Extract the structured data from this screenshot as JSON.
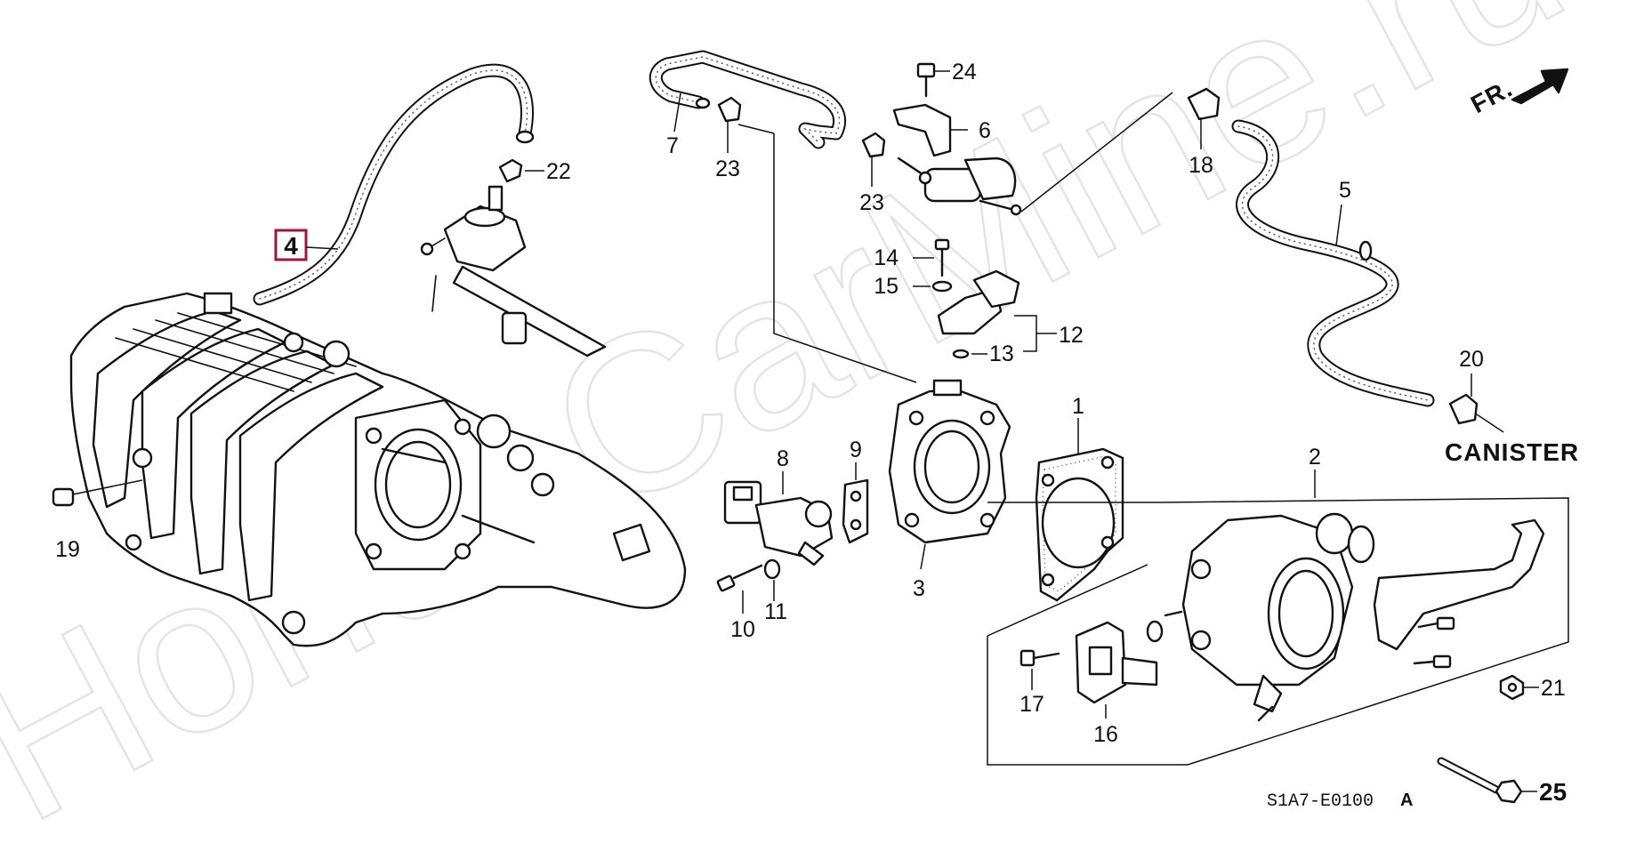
{
  "watermark": "HondaCarMine.ru",
  "front_indicator": "FR.",
  "canister_label": "CANISTER",
  "diagram_code": "S1A7-E0100",
  "diagram_revision": "A",
  "highlight_color": "#a0163a",
  "callouts": {
    "p1": "1",
    "p2": "2",
    "p3": "3",
    "p4": "4",
    "p5": "5",
    "p6": "6",
    "p7": "7",
    "p8": "8",
    "p9": "9",
    "p10": "10",
    "p11": "11",
    "p12": "12",
    "p13": "13",
    "p14": "14",
    "p15": "15",
    "p16": "16",
    "p17": "17",
    "p18": "18",
    "p19": "19",
    "p20": "20",
    "p21": "21",
    "p22": "22",
    "p23a": "23",
    "p23b": "23",
    "p24": "24",
    "p25": "25"
  },
  "highlighted_part": "4"
}
